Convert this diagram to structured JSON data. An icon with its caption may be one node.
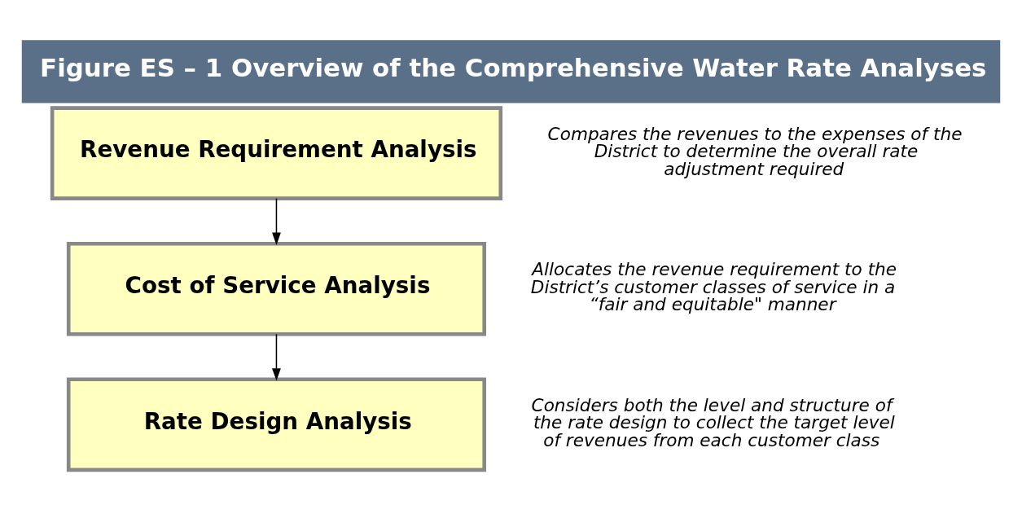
{
  "diagram": {
    "title": "Figure ES – 1 Overview of the Comprehensive Water Rate Analyses",
    "nodes": [
      {
        "text": [
          "Revenue Requirement Analysis"
        ],
        "beside": [
          "Compares the revenues to the expenses of the District to determine the overall rate adjustment required"
        ]
      },
      {
        "text": [
          "Cost of Service Analysis"
        ],
        "beside": [
          "Allocates the revenue requirement to the District’s customer classes of service in a “fair and equitable\" manner"
        ]
      },
      {
        "text": [
          "Rate Design Analysis"
        ],
        "beside": [
          "Considers both the level and structure of the rate design to collect the target level of revenues from each customer class"
        ]
      }
    ],
    "edges": [
      {
        "from": 0,
        "to": 1,
        "arrow": "to"
      },
      {
        "from": 1,
        "to": 2,
        "arrow": "to"
      }
    ]
  }
}
